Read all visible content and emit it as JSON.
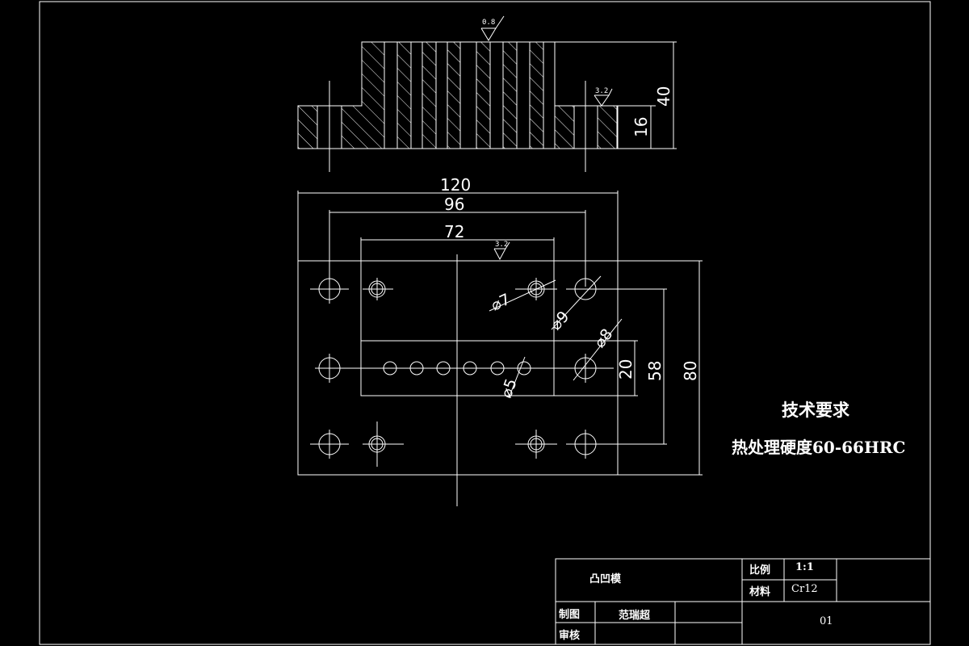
{
  "drawing": {
    "surface_finish": {
      "top": "0.8",
      "step": "3.2",
      "plan": "3.2"
    },
    "dimensions": {
      "height_total": "40",
      "height_base": "16",
      "width_overall": "120",
      "width_holes": "96",
      "width_insert": "72",
      "depth_overall": "80",
      "depth_holes": "58",
      "depth_insert": "20",
      "hole_d7": "⌀7",
      "hole_d9": "⌀9",
      "hole_d8": "⌀8",
      "hole_d5": "⌀5"
    }
  },
  "technical_requirements": {
    "title": "技术要求",
    "line1": "热处理硬度60-66HRC"
  },
  "title_block": {
    "part_name": "凸凹模",
    "scale_label": "比例",
    "scale_value": "1:1",
    "material_label": "材料",
    "material_value": "Cr12",
    "drawn_label": "制图",
    "drawn_by": "范瑞超",
    "checked_label": "审核",
    "drawing_no": "01"
  },
  "colors": {
    "background": "#000000",
    "line": "#ffffff"
  }
}
